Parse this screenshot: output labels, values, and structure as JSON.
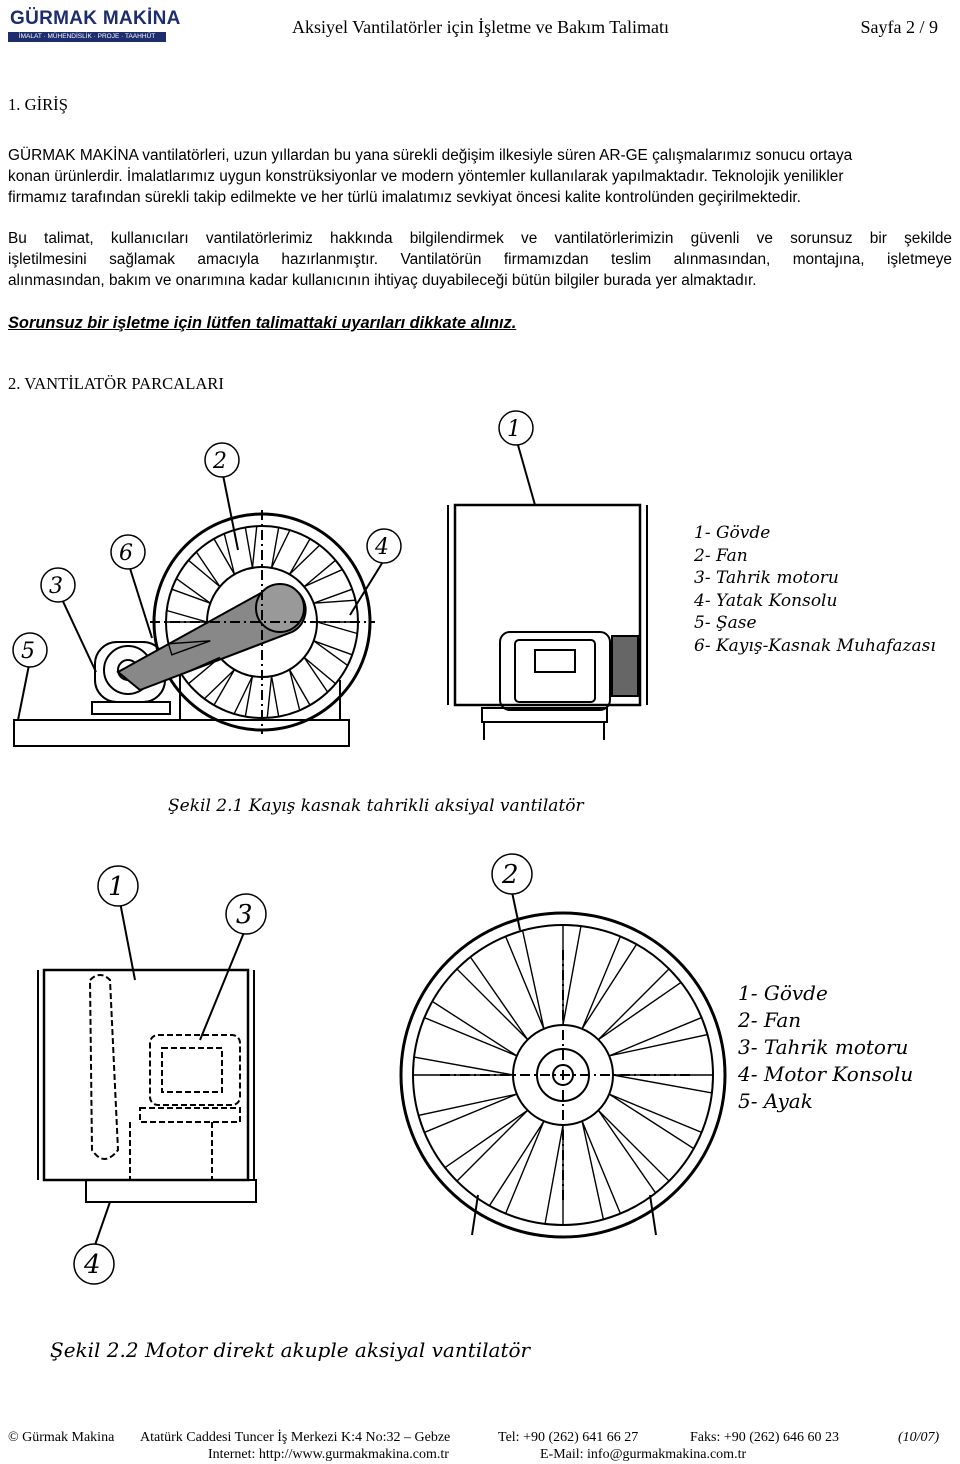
{
  "header": {
    "logo_brand": "GÜRMAK MAKİNA",
    "logo_tagline": "İMALAT · MÜHENDİSLİK · PROJE · TAAHHÜT",
    "document_title": "Aksiyel Vantilatörler için İşletme ve Bakım Talimatı",
    "page_label": "Sayfa 2 / 9"
  },
  "section1": {
    "heading": "1. GİRİŞ",
    "paragraph1_lines": [
      "GÜRMAK MAKİNA vantilatörleri, uzun yıllardan bu yana sürekli değişim ilkesiyle süren AR-GE çalışmalarımız sonucu ortaya",
      "konan ürünlerdir. İmalatlarımız uygun konstrüksiyonlar ve modern yöntemler kullanılarak yapılmaktadır. Teknolojik yenilikler",
      "firmamız tarafından sürekli takip edilmekte ve her türlü imalatımız sevkiyat öncesi kalite kontrolünden geçirilmektedir."
    ],
    "paragraph2_lines": [
      "Bu talimat, kullanıcıları vantilatörlerimiz hakkında bilgilendirmek ve vantilatörlerimizin güvenli ve sorunsuz bir şekilde",
      "işletilmesini sağlamak amacıyla hazırlanmıştır. Vantilatörün firmamızdan teslim alınmasından, montajına, işletmeye",
      "alınmasından, bakım ve onarımına kadar kullanıcının ihtiyaç duyabileceği bütün bilgiler burada yer almaktadır."
    ],
    "note": "Sorunsuz bir işletme için lütfen talimattaki uyarıları dikkate alınız."
  },
  "section2": {
    "heading": "2. VANTİLATÖR PARCALARI",
    "figure1": {
      "callouts": [
        "1",
        "2",
        "3",
        "4",
        "5",
        "6"
      ],
      "legend": [
        "1- Gövde",
        "2- Fan",
        "3- Tahrik motoru",
        "4- Yatak Konsolu",
        "5- Şase",
        "6- Kayış-Kasnak Muhafazası"
      ],
      "caption": "Şekil 2.1 Kayış kasnak tahrikli aksiyal vantilatör"
    },
    "figure2": {
      "callouts": [
        "1",
        "2",
        "3",
        "4"
      ],
      "legend": [
        "1- Gövde",
        "2- Fan",
        "3- Tahrik motoru",
        "4- Motor Konsolu",
        "5- Ayak"
      ],
      "caption": "Şekil 2.2 Motor direkt akuple aksiyal vantilatör"
    }
  },
  "footer": {
    "company": "© Gürmak Makina",
    "address": "Atatürk Caddesi Tuncer İş Merkezi K:4 No:32 – Gebze",
    "phone": "Tel: +90 (262) 641 66 27",
    "fax": "Faks: +90 (262) 646 60 23",
    "revision": "(10/07)",
    "internet": "Internet: http://www.gurmakmakina.com.tr",
    "email": "E-Mail: info@gurmakmakina.com.tr"
  }
}
